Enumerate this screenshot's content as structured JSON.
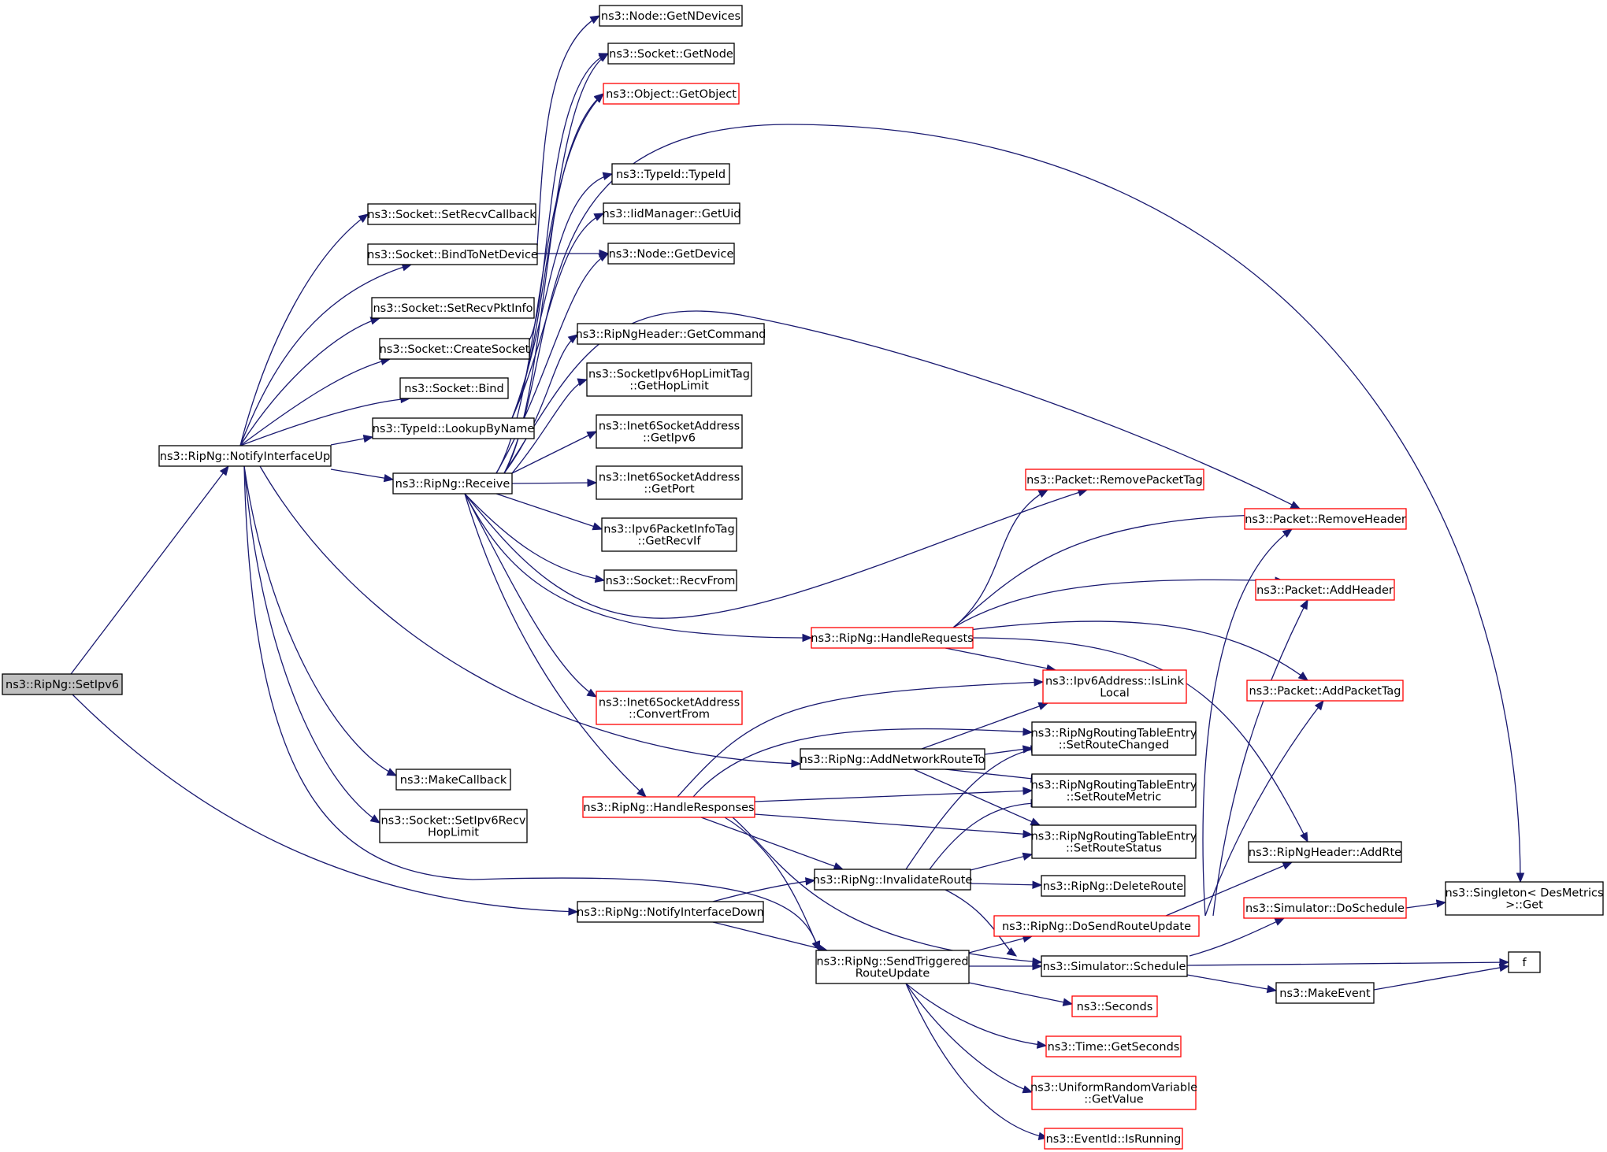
{
  "graph": {
    "edge_color": "#191970",
    "node_border_default": "#000000",
    "node_border_truncated": "#ff0000",
    "root_fill": "#bfbfbf",
    "nodes": {
      "setipv6": [
        "ns3::RipNg::SetIpv6"
      ],
      "notifyup": [
        "ns3::RipNg::NotifyInterfaceUp"
      ],
      "notifydown": [
        "ns3::RipNg::NotifyInterfaceDown"
      ],
      "setrecvcb": [
        "ns3::Socket::SetRecvCallback"
      ],
      "bindtonet": [
        "ns3::Socket::BindToNetDevice"
      ],
      "setrecvpkt": [
        "ns3::Socket::SetRecvPktInfo"
      ],
      "createsock": [
        "ns3::Socket::CreateSocket"
      ],
      "bind": [
        "ns3::Socket::Bind"
      ],
      "lookup": [
        "ns3::TypeId::LookupByName"
      ],
      "receive": [
        "ns3::RipNg::Receive"
      ],
      "makecb": [
        "ns3::MakeCallback"
      ],
      "sethop": [
        "ns3::Socket::SetIpv6Recv",
        "HopLimit"
      ],
      "getndev": [
        "ns3::Node::GetNDevices"
      ],
      "getnode": [
        "ns3::Socket::GetNode"
      ],
      "getobject": [
        "ns3::Object::GetObject"
      ],
      "typeid": [
        "ns3::TypeId::TypeId"
      ],
      "getuid": [
        "ns3::IidManager::GetUid"
      ],
      "getdevice": [
        "ns3::Node::GetDevice"
      ],
      "getcommand": [
        "ns3::RipNgHeader::GetCommand"
      ],
      "gethoplimit": [
        "ns3::SocketIpv6HopLimitTag",
        "::GetHopLimit"
      ],
      "getipv6": [
        "ns3::Inet6SocketAddress",
        "::GetIpv6"
      ],
      "getport": [
        "ns3::Inet6SocketAddress",
        "::GetPort"
      ],
      "getrecvif": [
        "ns3::Ipv6PacketInfoTag",
        "::GetRecvIf"
      ],
      "recvfrom": [
        "ns3::Socket::RecvFrom"
      ],
      "convertfrom": [
        "ns3::Inet6SocketAddress",
        "::ConvertFrom"
      ],
      "handleresp": [
        "ns3::RipNg::HandleResponses"
      ],
      "handlereq": [
        "ns3::RipNg::HandleRequests"
      ],
      "addnet": [
        "ns3::RipNg::AddNetworkRouteTo"
      ],
      "invalidate": [
        "ns3::RipNg::InvalidateRoute"
      ],
      "sendtrig": [
        "ns3::RipNg::SendTriggered",
        "RouteUpdate"
      ],
      "rmpkttag": [
        "ns3::Packet::RemovePacketTag"
      ],
      "islink": [
        "ns3::Ipv6Address::IsLink",
        "Local"
      ],
      "setchanged": [
        "ns3::RipNgRoutingTableEntry",
        "::SetRouteChanged"
      ],
      "setmetric": [
        "ns3::RipNgRoutingTableEntry",
        "::SetRouteMetric"
      ],
      "setstatus": [
        "ns3::RipNgRoutingTableEntry",
        "::SetRouteStatus"
      ],
      "deleteroute": [
        "ns3::RipNg::DeleteRoute"
      ],
      "dosend": [
        "ns3::RipNg::DoSendRouteUpdate"
      ],
      "schedule": [
        "ns3::Simulator::Schedule"
      ],
      "seconds": [
        "ns3::Seconds"
      ],
      "getseconds": [
        "ns3::Time::GetSeconds"
      ],
      "getvalue": [
        "ns3::UniformRandomVariable",
        "::GetValue"
      ],
      "isrunning": [
        "ns3::EventId::IsRunning"
      ],
      "rmheader": [
        "ns3::Packet::RemoveHeader"
      ],
      "addheader": [
        "ns3::Packet::AddHeader"
      ],
      "addpkttag": [
        "ns3::Packet::AddPacketTag"
      ],
      "addrte": [
        "ns3::RipNgHeader::AddRte"
      ],
      "doschedule": [
        "ns3::Simulator::DoSchedule"
      ],
      "makeevent": [
        "ns3::MakeEvent"
      ],
      "singleton": [
        "ns3::Singleton< DesMetrics",
        ">::Get"
      ],
      "f": [
        "f"
      ]
    }
  }
}
